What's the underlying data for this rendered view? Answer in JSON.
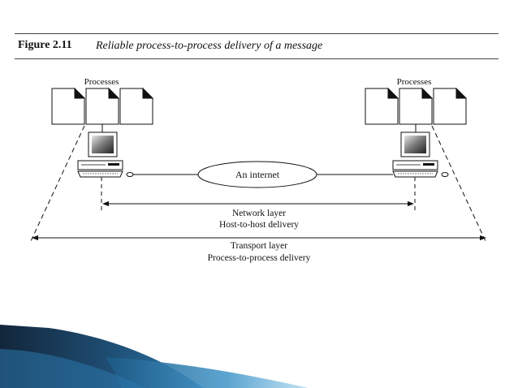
{
  "figure": {
    "number": "Figure 2.11",
    "caption": "Reliable process-to-process delivery of a message"
  },
  "diagram": {
    "left_host": {
      "processes_label": "Processes",
      "process_count": 3
    },
    "right_host": {
      "processes_label": "Processes",
      "process_count": 3
    },
    "network_label": "An internet",
    "network_layer": {
      "line1": "Network layer",
      "line2": "Host-to-host delivery"
    },
    "transport_layer": {
      "line1": "Transport layer",
      "line2": "Process-to-process delivery"
    }
  },
  "colors": {
    "text": "#111111",
    "accent_dark_blue": "#1b3a55",
    "accent_light_blue": "#2e7db0",
    "background": "#ffffff"
  }
}
